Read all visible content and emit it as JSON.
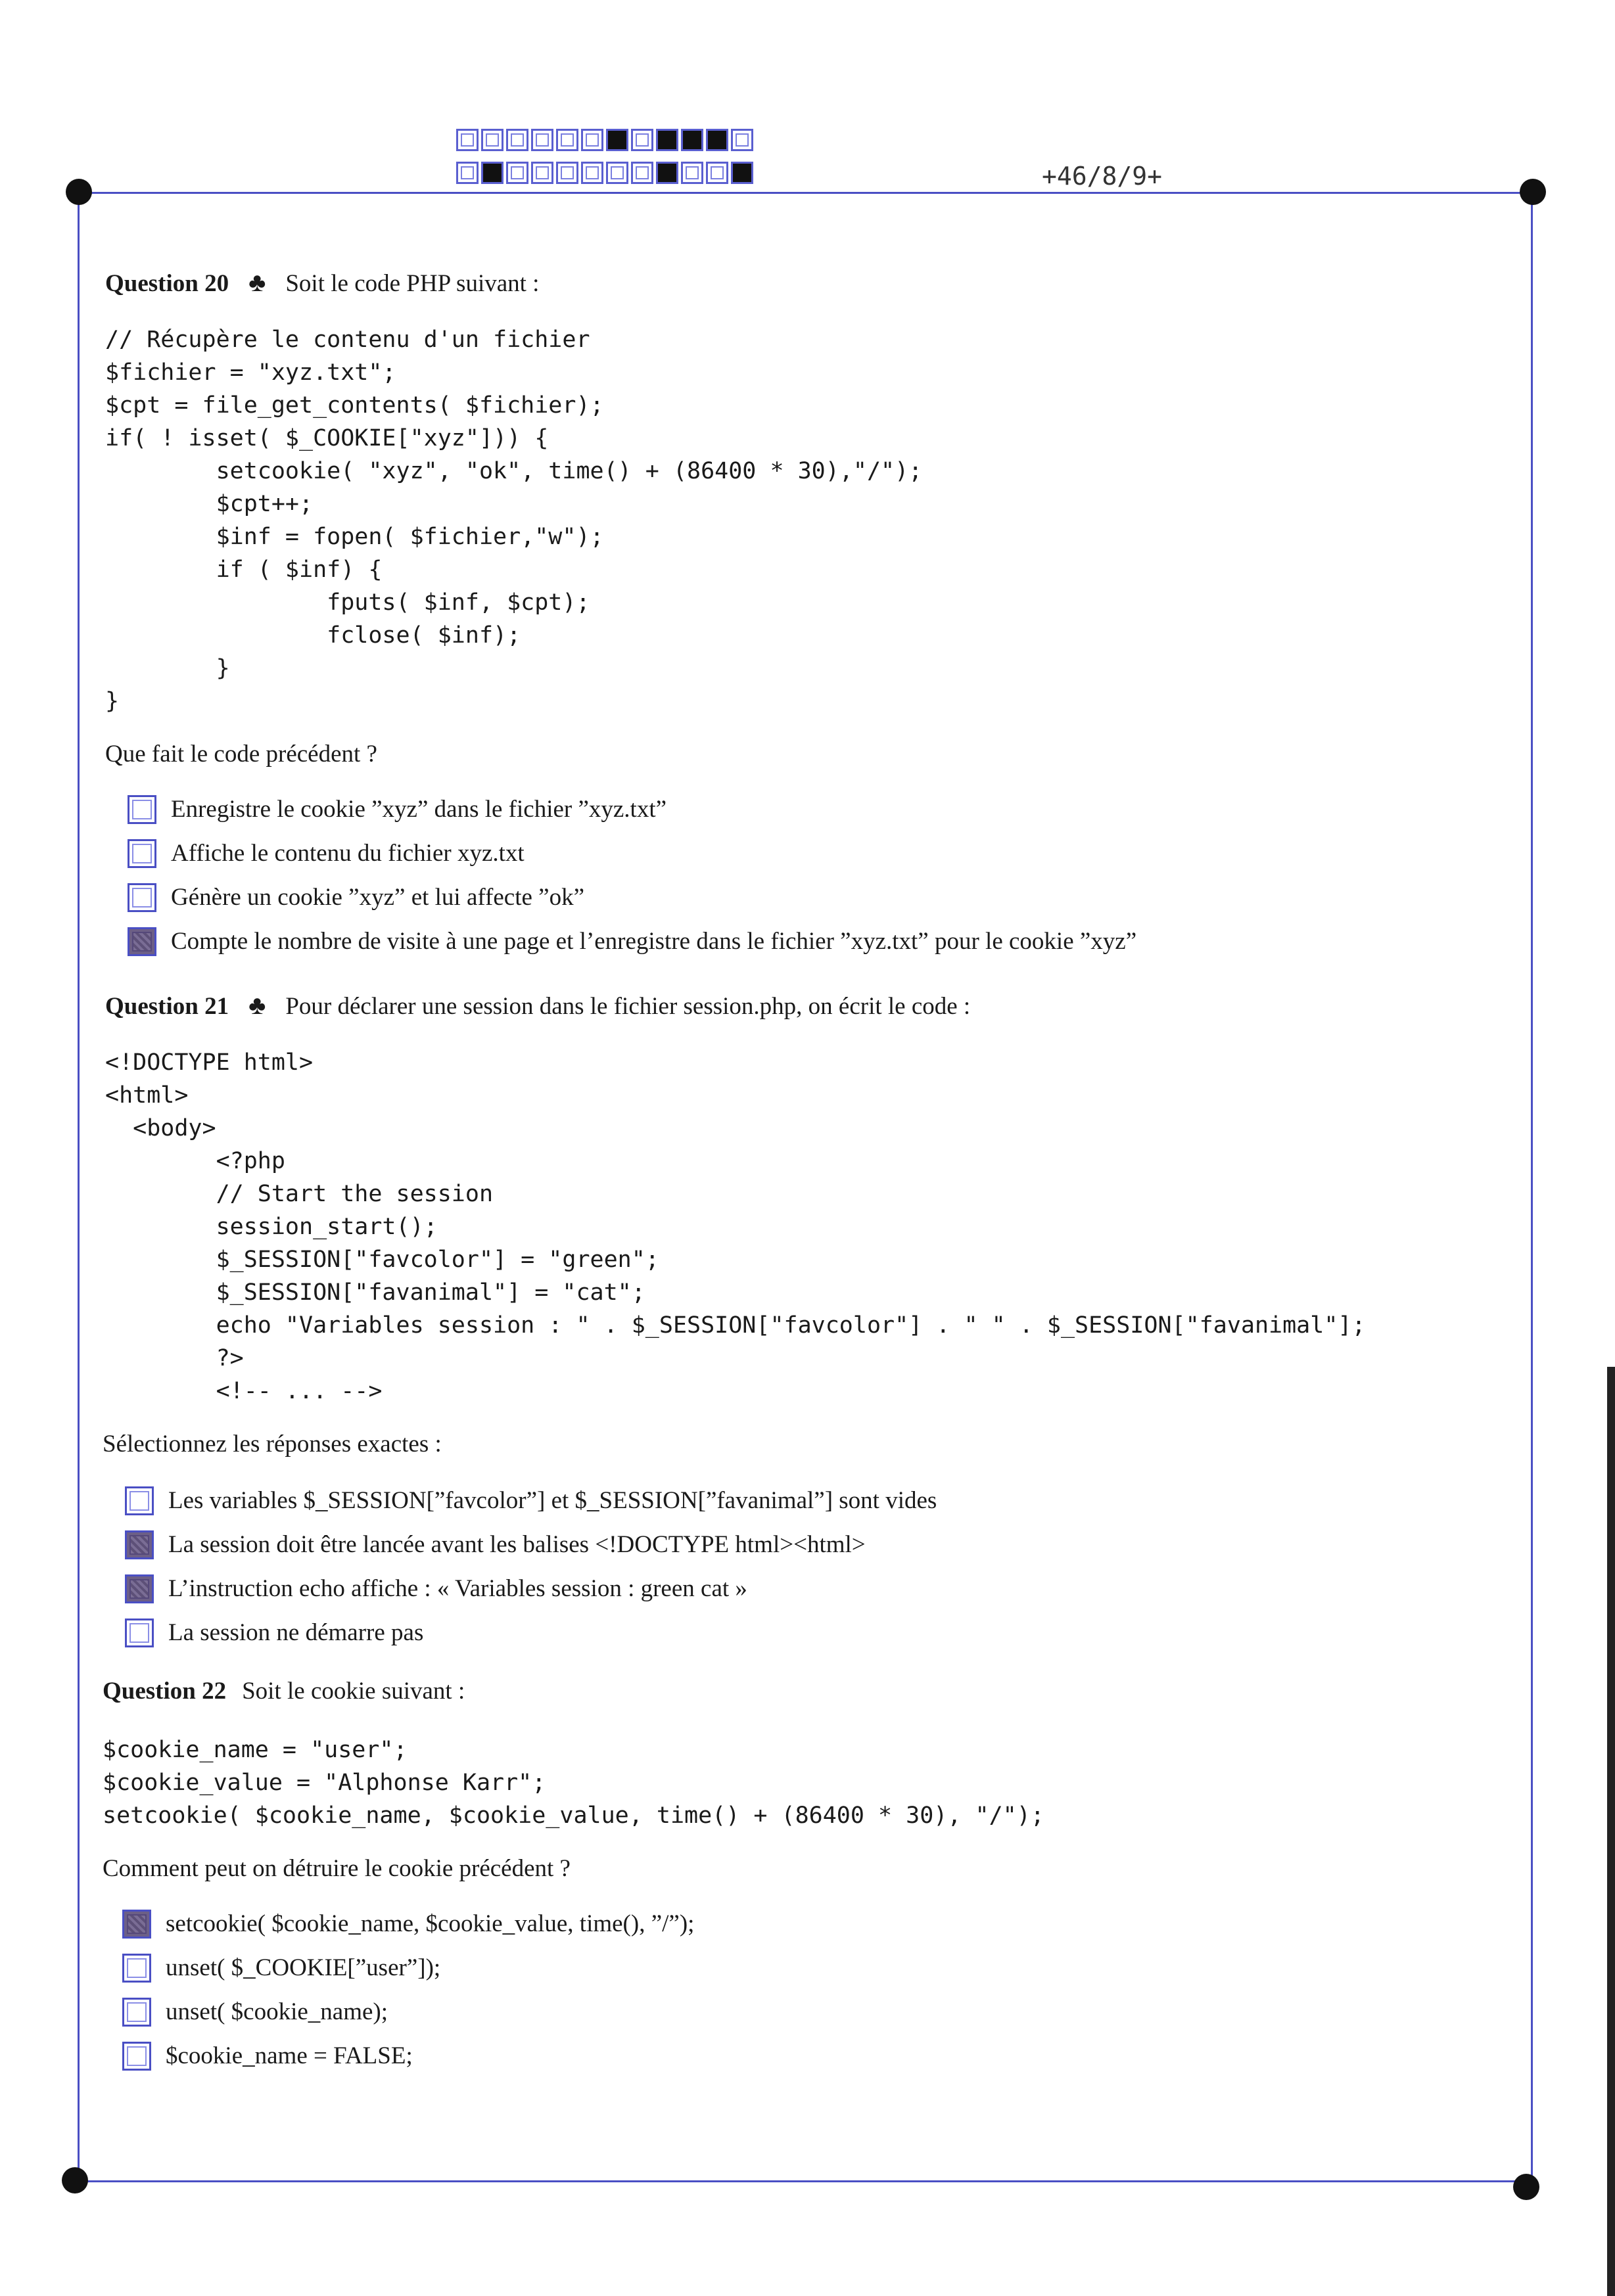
{
  "header": {
    "code": "+46/8/9+",
    "bits_row1": [
      0,
      0,
      0,
      0,
      0,
      0,
      1,
      0,
      1,
      1,
      1,
      0
    ],
    "bits_row2": [
      0,
      1,
      0,
      0,
      0,
      0,
      0,
      0,
      1,
      0,
      0,
      1
    ]
  },
  "q20": {
    "number": "Question 20",
    "club": "♣",
    "text": "Soit le code PHP suivant :",
    "code": "// Récupère le contenu d'un fichier\n$fichier = \"xyz.txt\";\n$cpt = file_get_contents( $fichier);\nif( ! isset( $_COOKIE[\"xyz\"])) {\n        setcookie( \"xyz\", \"ok\", time() + (86400 * 30),\"/\");\n        $cpt++;\n        $inf = fopen( $fichier,\"w\");\n        if ( $inf) {\n                fputs( $inf, $cpt);\n                fclose( $inf);\n        }\n}",
    "prompt": "Que fait le code précédent ?",
    "answers": [
      {
        "label": "Enregistre le cookie ”xyz” dans le fichier ”xyz.txt”",
        "checked": false
      },
      {
        "label": "Affiche le contenu du fichier xyz.txt",
        "checked": false
      },
      {
        "label": "Génère un cookie ”xyz” et lui affecte ”ok”",
        "checked": false
      },
      {
        "label": "Compte le nombre de visite à une page et l’enregistre dans le fichier ”xyz.txt” pour le cookie ”xyz”",
        "checked": true
      }
    ]
  },
  "q21": {
    "number": "Question 21",
    "club": "♣",
    "text": "Pour déclarer une session dans le fichier session.php, on écrit le code :",
    "code": "<!DOCTYPE html>\n<html>\n  <body>\n        <?php\n        // Start the session\n        session_start();\n        $_SESSION[\"favcolor\"] = \"green\";\n        $_SESSION[\"favanimal\"] = \"cat\";\n        echo \"Variables session : \" . $_SESSION[\"favcolor\"] . \" \" . $_SESSION[\"favanimal\"];\n        ?>\n        <!-- ... -->",
    "prompt": "Sélectionnez les réponses exactes :",
    "answers": [
      {
        "label": "Les variables $_SESSION[”favcolor”] et $_SESSION[”favanimal”] sont vides",
        "checked": false
      },
      {
        "label": "La session doit être lancée avant les balises <!DOCTYPE html><html>",
        "checked": true
      },
      {
        "label": "L’instruction echo affiche : « Variables session : green cat »",
        "checked": true
      },
      {
        "label": "La session ne démarre pas",
        "checked": false
      }
    ]
  },
  "q22": {
    "number": "Question 22",
    "text": "Soit le cookie suivant :",
    "code": "$cookie_name = \"user\";\n$cookie_value = \"Alphonse Karr\";\nsetcookie( $cookie_name, $cookie_value, time() + (86400 * 30), \"/\");",
    "prompt": "Comment peut on détruire le cookie précédent ?",
    "answers": [
      {
        "label": "setcookie( $cookie_name, $cookie_value, time(), ”/”);",
        "checked": true
      },
      {
        "label": "unset( $_COOKIE[”user”]);",
        "checked": false
      },
      {
        "label": "unset( $cookie_name);",
        "checked": false
      },
      {
        "label": "$cookie_name = FALSE;",
        "checked": false
      }
    ]
  }
}
